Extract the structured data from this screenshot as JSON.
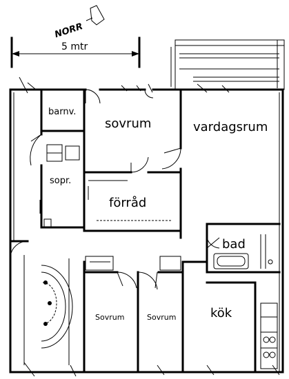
{
  "north_label": "NORR",
  "scale_label": "5 mtr",
  "rooms": {
    "barnv": "barnv.",
    "sovrum_main": "sovrum",
    "vardagsrum": "vardagsrum",
    "sopr": "sopr.",
    "forrad": "förråd",
    "bad": "bad",
    "sovrum_left": "Sovrum",
    "sovrum_mid": "Sovrum",
    "kok": "kök"
  }
}
